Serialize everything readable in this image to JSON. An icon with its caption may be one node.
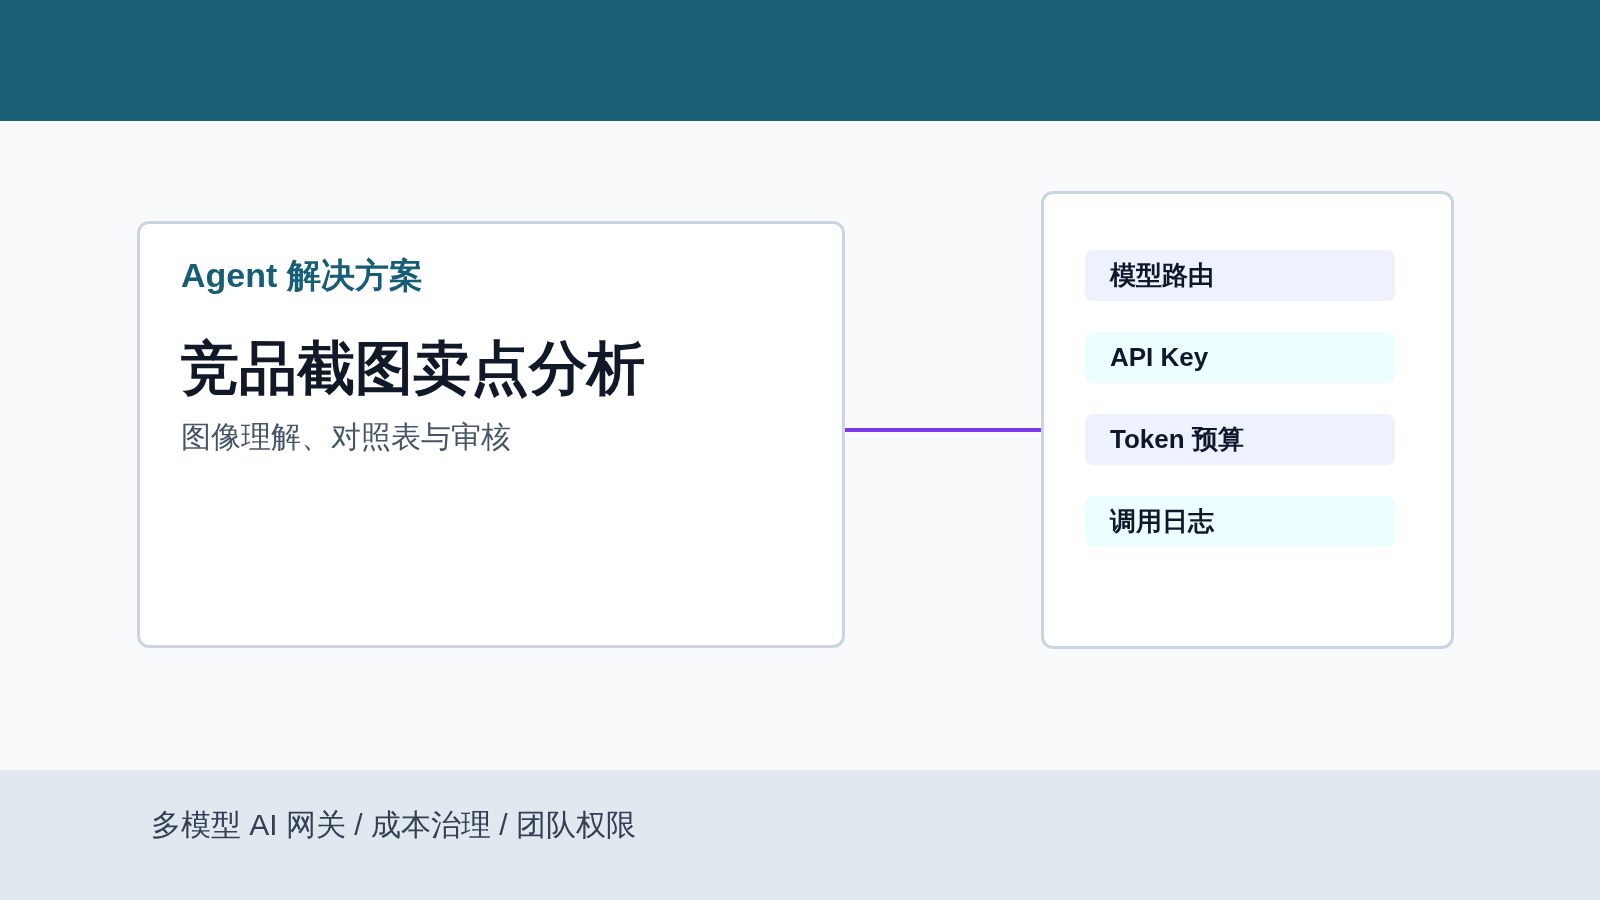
{
  "diagram": {
    "nodes": [
      {
        "text": [
          "Agent 解决方案",
          "竞品截图卖点分析",
          "图像理解、对照表与审核"
        ]
      },
      {
        "text": [],
        "shape": "box"
      },
      {
        "text": [
          "模型路由"
        ],
        "in": 1
      },
      {
        "text": [
          "API Key"
        ],
        "in": 1
      },
      {
        "text": [
          "Token 预算"
        ],
        "in": 1
      },
      {
        "text": [
          "调用日志"
        ],
        "in": 1
      }
    ],
    "edges": [
      {
        "from": 0,
        "to": 1,
        "arrow": "none",
        "color": "#7c3aed"
      }
    ],
    "labels": [
      "多模型 AI 网关 / 成本治理 / 团队权限"
    ]
  }
}
